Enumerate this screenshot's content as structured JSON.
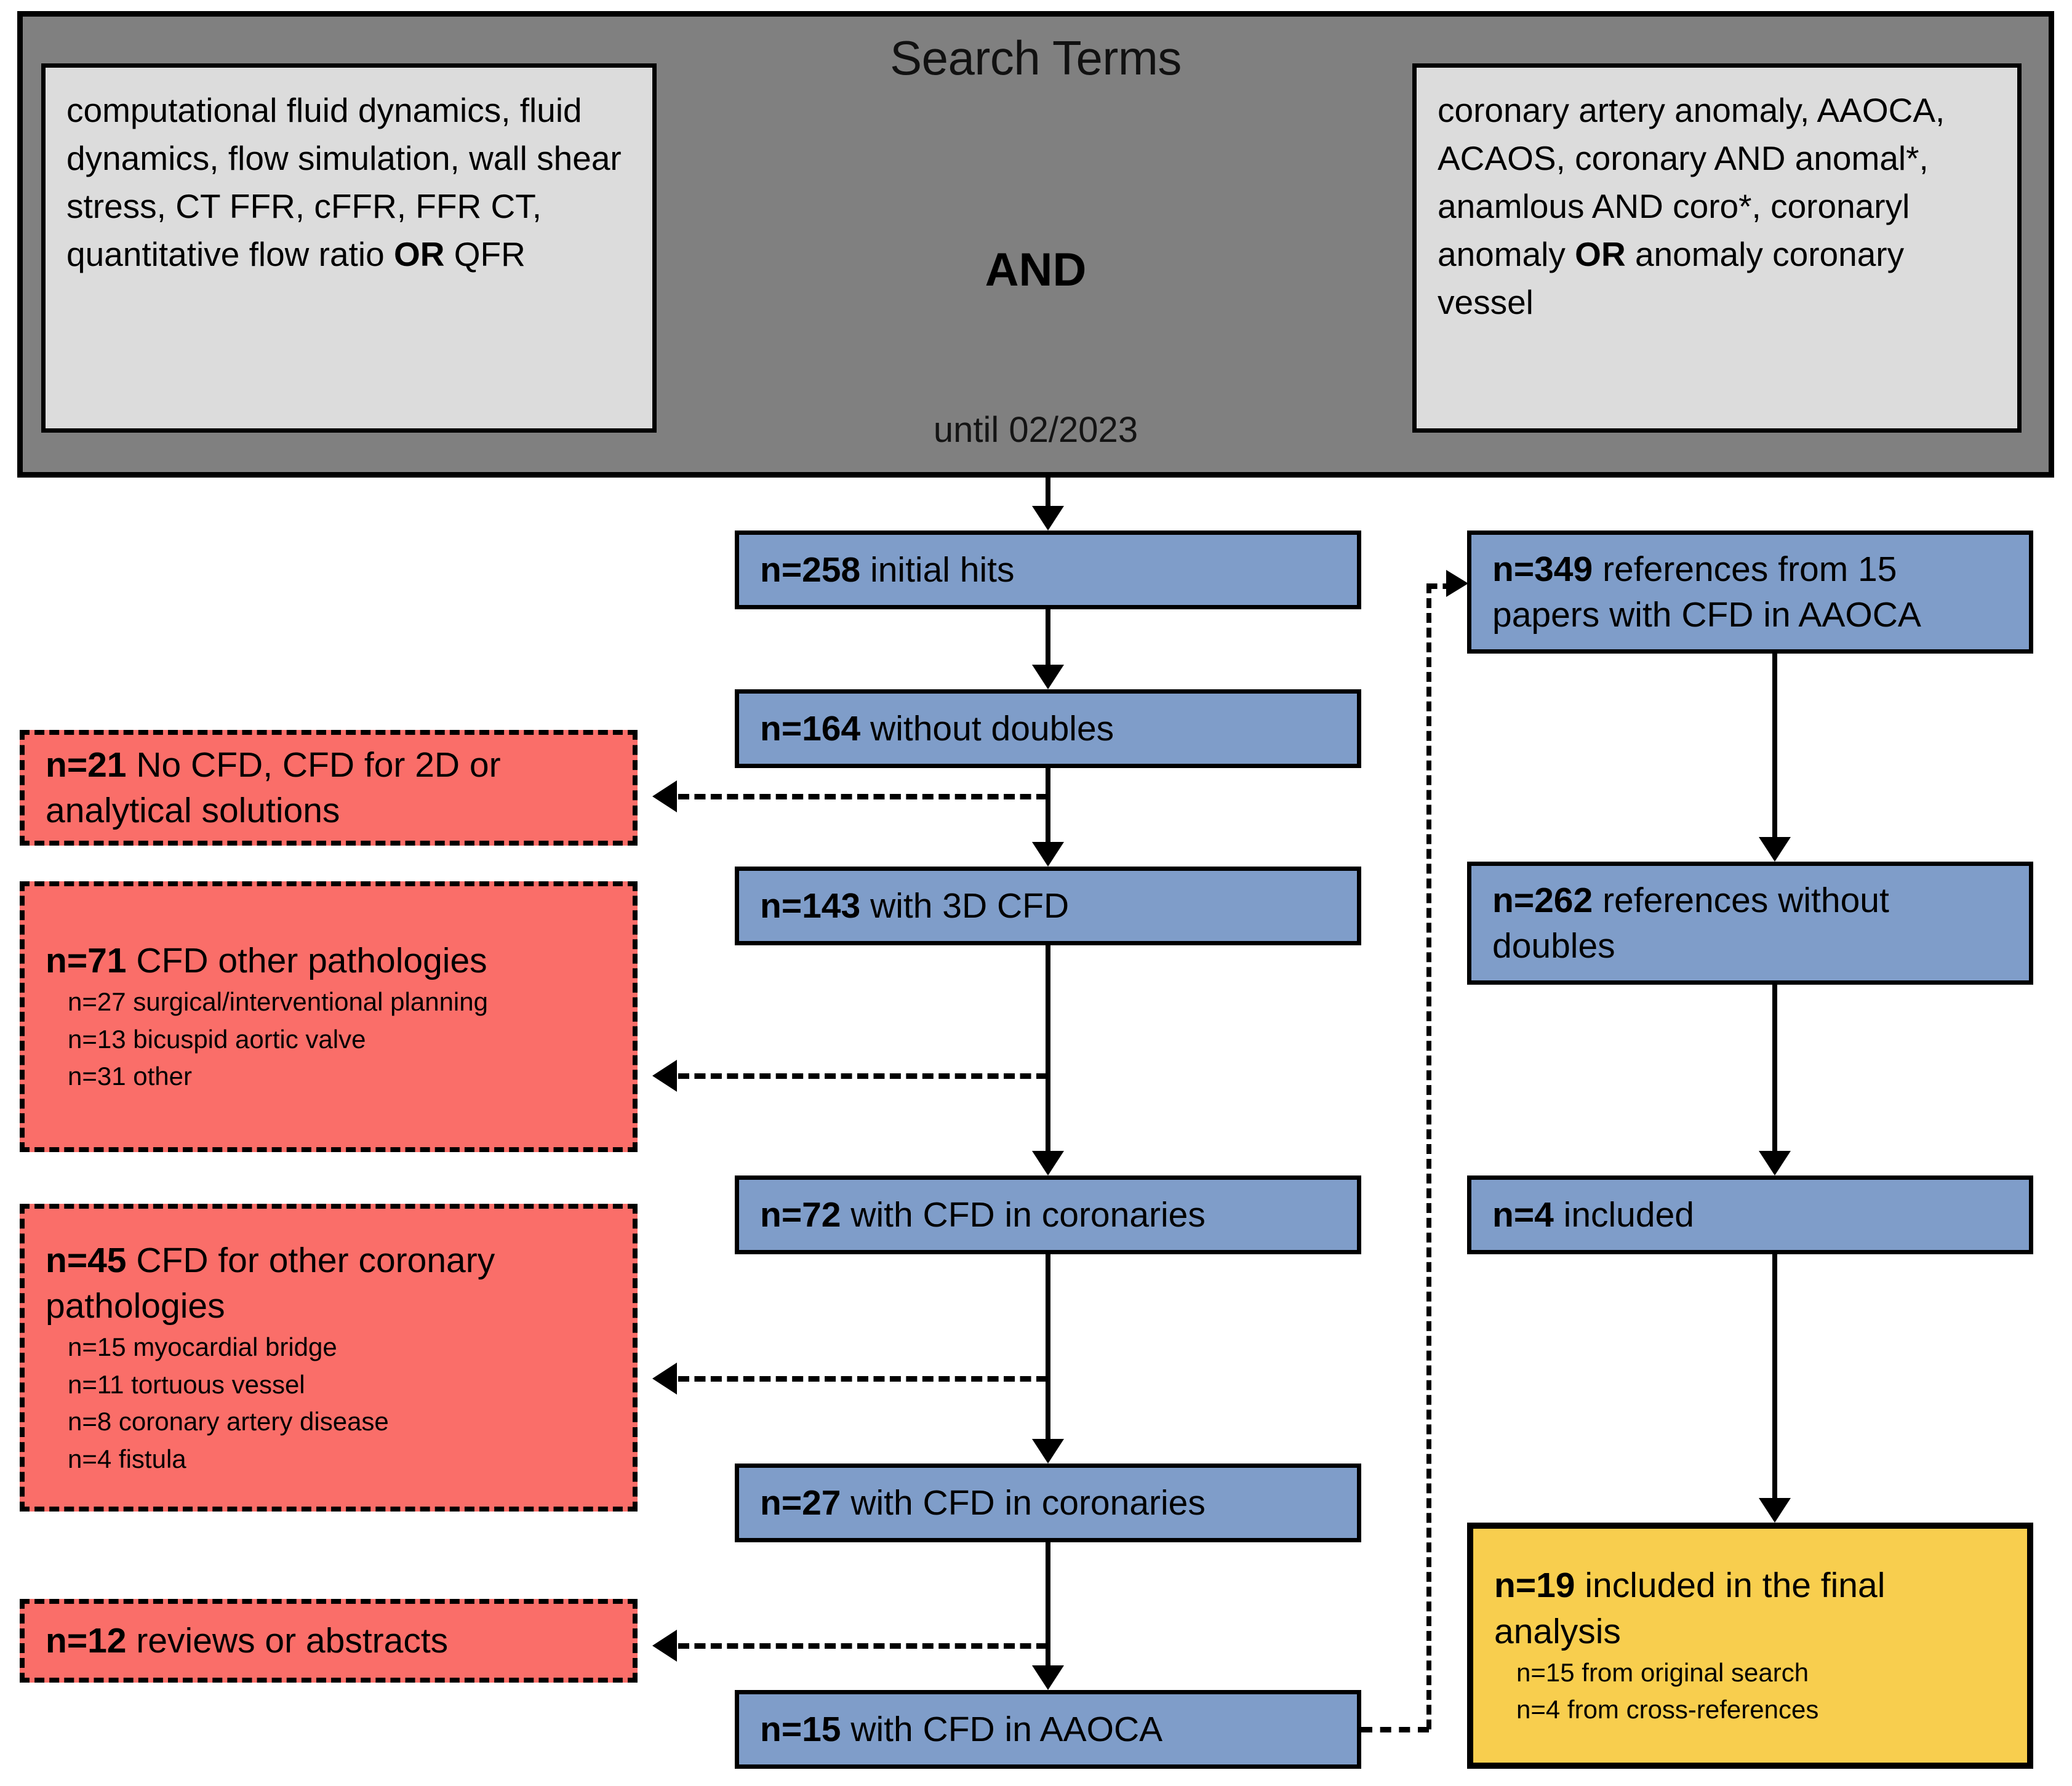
{
  "header": {
    "title": "Search Terms",
    "operator": "AND",
    "date_limit": "until 02/2023",
    "left_terms": "computational fluid dynamics, fluid dynamics, flow simulation, wall shear stress, CT FFR, cFFR, FFR CT, quantitative flow ratio <b>OR</b> QFR",
    "right_terms": "coronary artery anomaly, AAOCA, ACAOS, coronary AND anomal*, anamlous AND coro*, coronaryl anomaly <b>OR</b> anomaly coronary vessel"
  },
  "center_column": [
    {
      "count": "n=258",
      "label": "initial hits"
    },
    {
      "count": "n=164",
      "label": "without doubles"
    },
    {
      "count": "n=143",
      "label": "with 3D CFD"
    },
    {
      "count": "n=72",
      "label": "with CFD in coronaries"
    },
    {
      "count": "n=27",
      "label": "with CFD in coronaries"
    },
    {
      "count": "n=15",
      "label": "with CFD in AAOCA"
    }
  ],
  "right_column": [
    {
      "count": "n=349",
      "label": "references from 15 papers with CFD in AAOCA"
    },
    {
      "count": "n=262",
      "label": "references without doubles"
    },
    {
      "count": "n=4",
      "label": "included"
    }
  ],
  "final_box": {
    "count": "n=19",
    "label": "included in the final analysis",
    "details": [
      "n=15 from original search",
      "n=4 from cross-references"
    ]
  },
  "exclusions": [
    {
      "count": "n=21",
      "label": "No CFD, CFD for 2D or analytical solutions",
      "details": []
    },
    {
      "count": "n=71",
      "label": "CFD other pathologies",
      "details": [
        "n=27 surgical/interventional planning",
        "n=13 bicuspid aortic valve",
        "n=31 other"
      ]
    },
    {
      "count": "n=45",
      "label": "CFD for other coronary pathologies",
      "details": [
        "n=15 myocardial bridge",
        "n=11 tortuous vessel",
        "n=8 coronary artery disease",
        "n=4 fistula"
      ]
    },
    {
      "count": "n=12",
      "label": "reviews or abstracts",
      "details": []
    }
  ],
  "colors": {
    "header_band": "#808080",
    "term_box": "#dcdcdc",
    "include_box": "#7F9DC9",
    "exclude_box": "#FA6E69",
    "final_box": "#F8CE4E",
    "stroke": "#000000"
  }
}
